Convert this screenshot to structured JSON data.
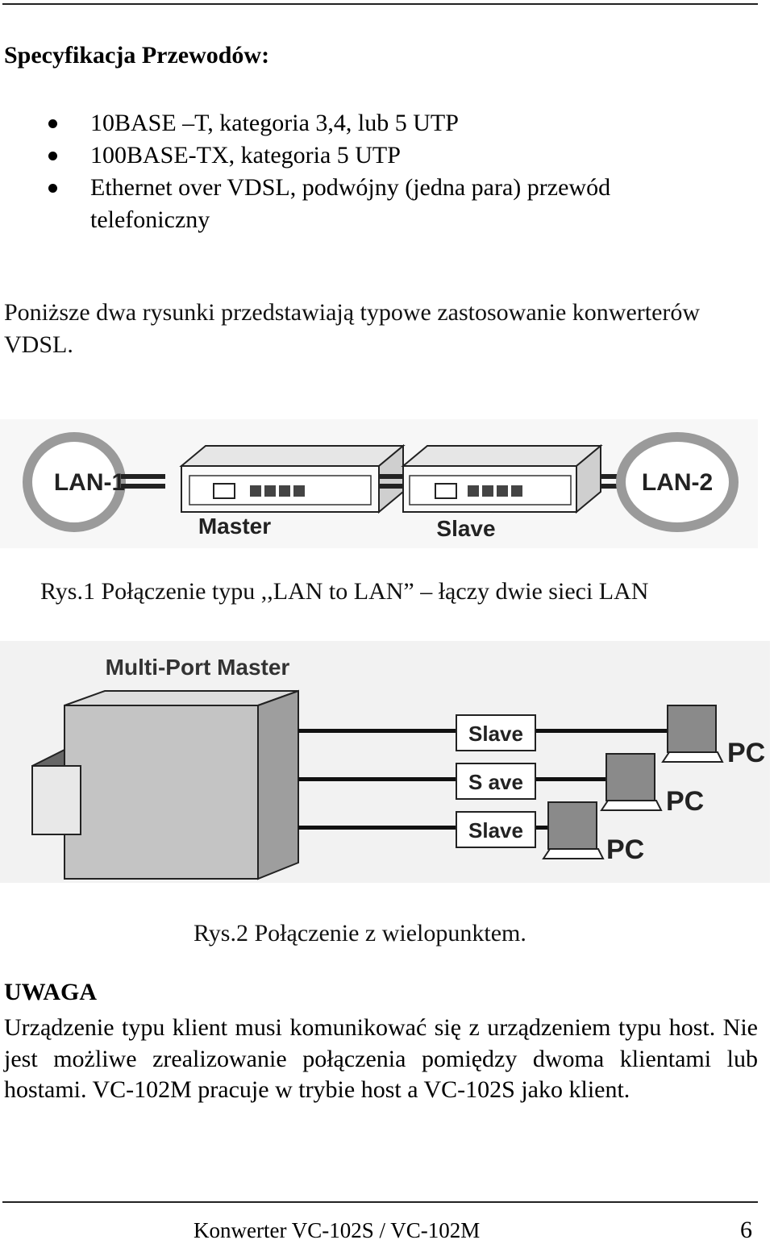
{
  "heading": "Specyfikacja Przewodów:",
  "bullets": [
    "10BASE –T, kategoria 3,4, lub 5 UTP",
    "100BASE-TX, kategoria 5 UTP",
    "Ethernet over VDSL, podwójny (jedna para) przewód telefoniczny"
  ],
  "intro": "Poniższe dwa rysunki przedstawiają typowe zastosowanie konwerterów VDSL.",
  "figure1": {
    "lan1": "LAN-1",
    "lan2": "LAN-2",
    "master": "Master",
    "slave": "Slave",
    "caption": "Rys.1 Połączenie typu ,,LAN to LAN” – łączy dwie sieci LAN"
  },
  "figure2": {
    "title": "Multi-Port Master",
    "slave_labels": [
      "Slave",
      "S ave",
      "Slave"
    ],
    "pc_labels": [
      "PC",
      "PC",
      "PC"
    ],
    "caption": "Rys.2 Połączenie z wielopunktem."
  },
  "note": {
    "title": "UWAGA",
    "text": "Urządzenie typu klient musi komunikować się z urządzeniem typu host. Nie jest możliwe zrealizowanie połączenia pomiędzy dwoma klientami lub hostami. VC-102M pracuje w trybie host a VC-102S jako klient."
  },
  "footer": {
    "text": "Konwerter VC-102S / VC-102M",
    "page": "6"
  }
}
